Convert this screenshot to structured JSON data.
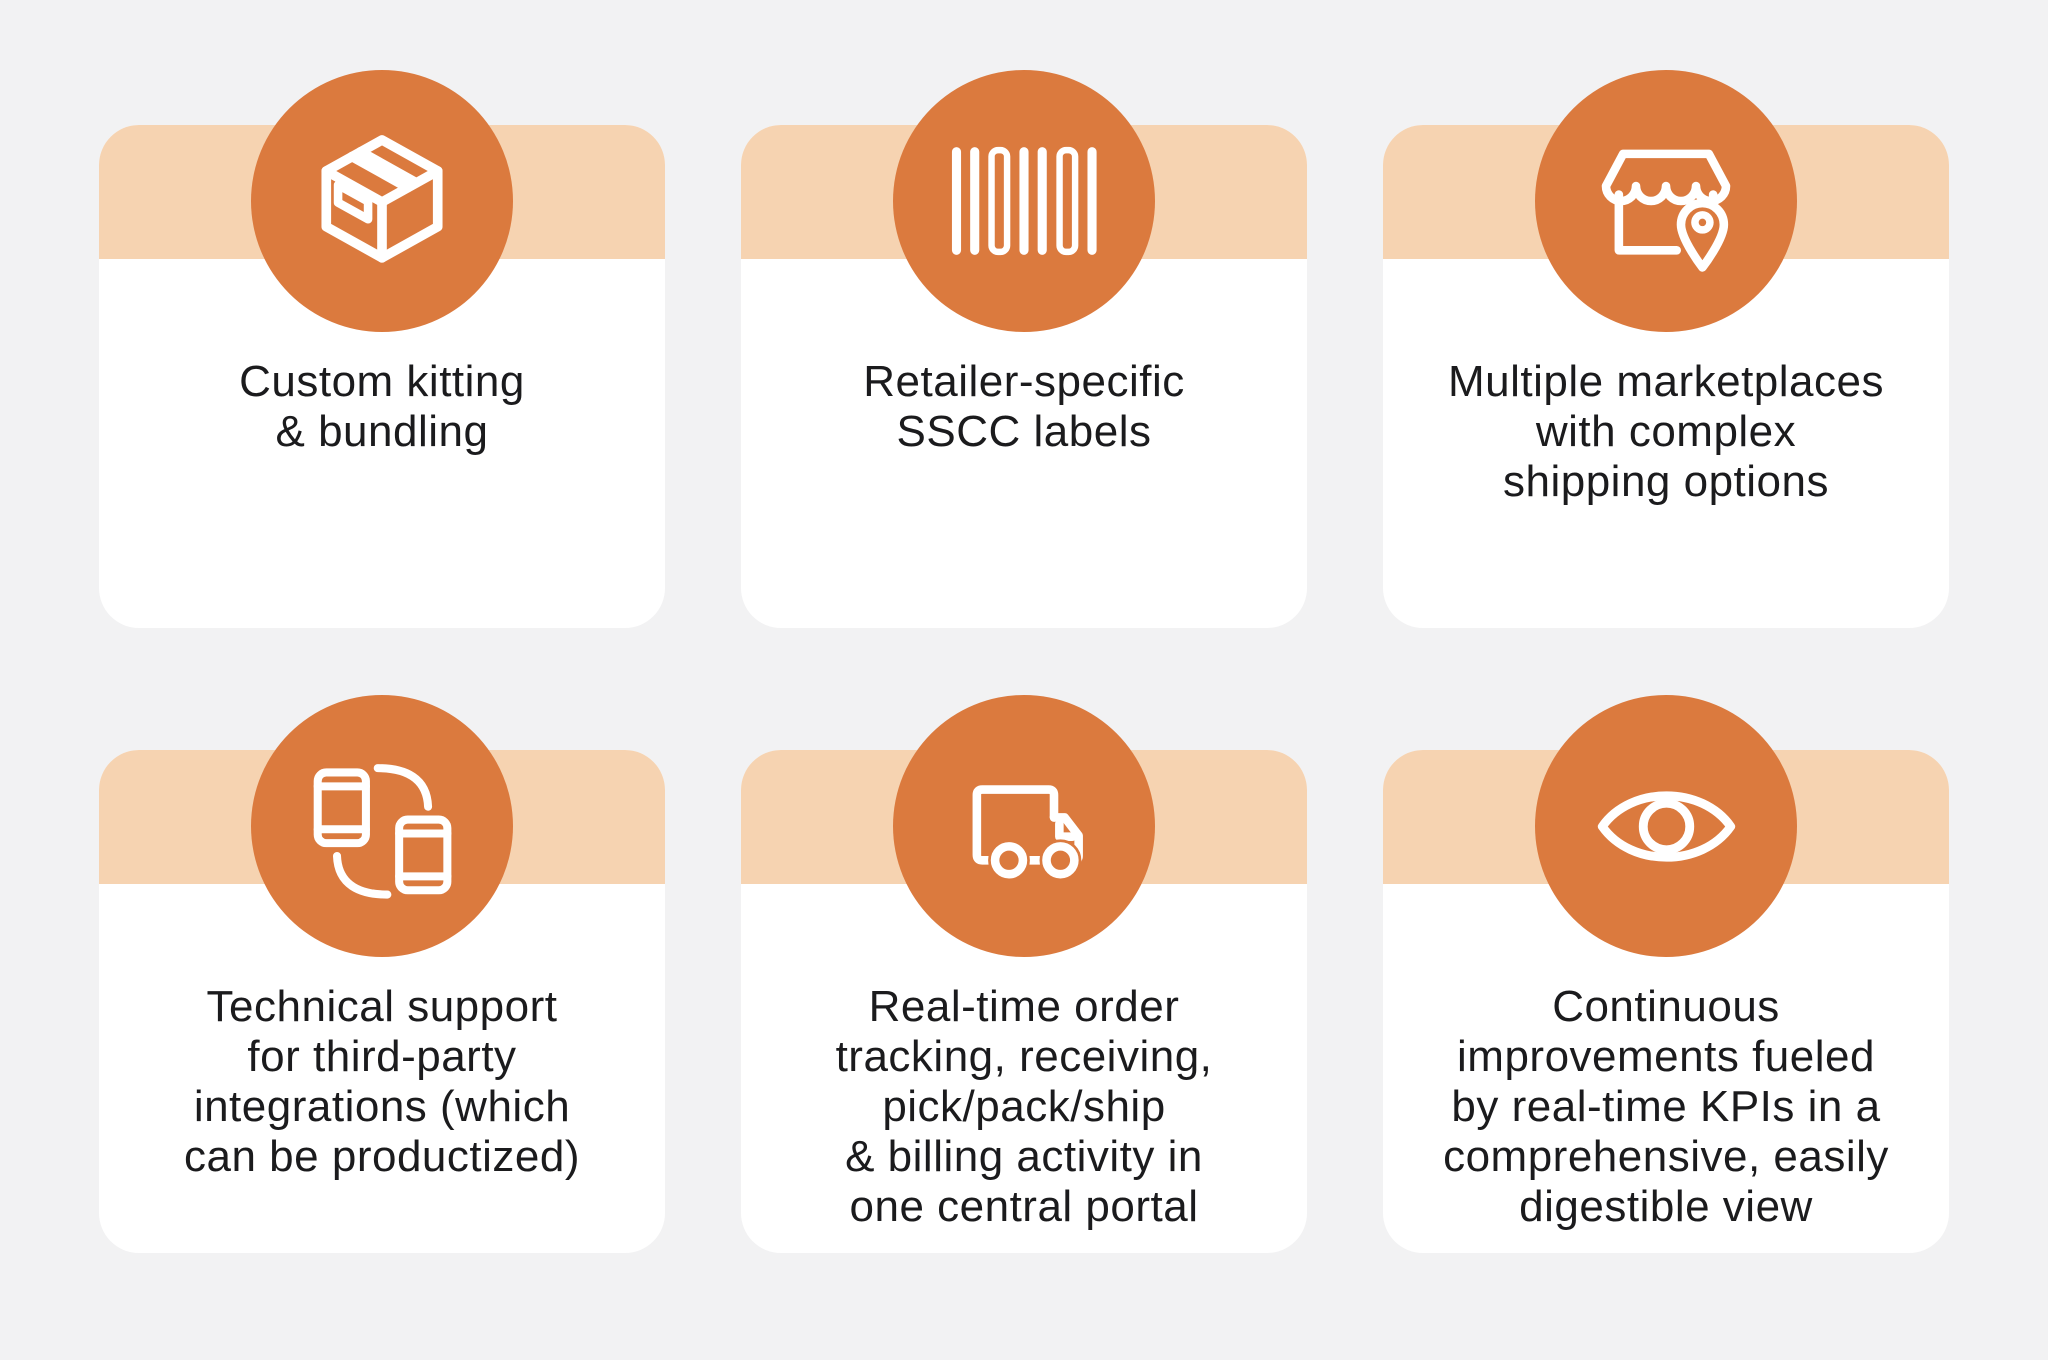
{
  "theme": {
    "background": "#F2F2F3",
    "accent_orange": "#DB7A3E",
    "band_peach": "#F6D3B1",
    "card_background": "#FFFFFF",
    "text_color": "#1B1B1D"
  },
  "cards": [
    {
      "icon": "box-icon",
      "label_lines": [
        "Custom kitting",
        "& bundling"
      ]
    },
    {
      "icon": "barcode-icon",
      "label_lines": [
        "Retailer-specific",
        "SSCC labels"
      ]
    },
    {
      "icon": "marketplace-pin-icon",
      "label_lines": [
        "Multiple marketplaces",
        "with complex",
        "shipping options"
      ]
    },
    {
      "icon": "device-sync-icon",
      "label_lines": [
        "Technical support",
        "for third-party",
        "integrations (which",
        "can be productized)"
      ]
    },
    {
      "icon": "delivery-truck-icon",
      "label_lines": [
        "Real-time order",
        "tracking, receiving,",
        "pick/pack/ship",
        "& billing activity in",
        "one central portal"
      ]
    },
    {
      "icon": "eye-icon",
      "label_lines": [
        "Continuous",
        "improvements fueled",
        "by real-time KPIs in a",
        "comprehensive, easily",
        "digestible view"
      ]
    }
  ]
}
